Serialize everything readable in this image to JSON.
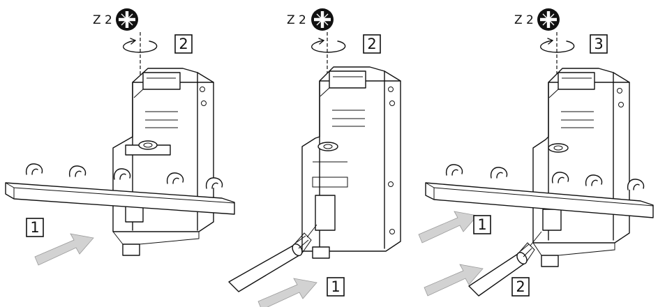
{
  "panels": [
    {
      "screw_label": "Z 2",
      "rotation_step": "2",
      "busbar_step": "1"
    },
    {
      "screw_label": "Z 2",
      "rotation_step": "2",
      "wire_step": "1"
    },
    {
      "screw_label": "Z 2",
      "rotation_step": "3",
      "busbar_step": "1",
      "wire_step": "2"
    }
  ]
}
